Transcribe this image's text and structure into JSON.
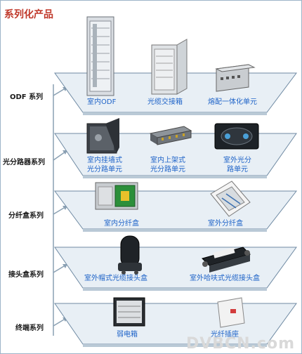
{
  "title": "系列化产品",
  "categories": [
    {
      "label": "ODF 系列"
    },
    {
      "label": "光分路器系列"
    },
    {
      "label": "分纤盒系列"
    },
    {
      "label": "接头盒系列"
    },
    {
      "label": "终端系列"
    }
  ],
  "products": {
    "odf": [
      "室内ODF",
      "光缆交接箱",
      "熔配一体化单元"
    ],
    "splitter": [
      {
        "line1": "室内挂墙式",
        "line2": "光分路单元"
      },
      {
        "line1": "室内上架式",
        "line2": "光分路单元"
      },
      {
        "line1": "室外光分",
        "line2": "路单元"
      }
    ],
    "distribution": [
      "室内分纤盒",
      "室外分纤盒"
    ],
    "closure": [
      "室外帽式光缆接头盒",
      "室外哈呋式光缆接头盒"
    ],
    "terminal": [
      "弱电箱",
      "光纤插座"
    ]
  },
  "watermark": "DVBCN.com",
  "colors": {
    "shelf_top": "#e8eff5",
    "shelf_edge": "#6f8aa3",
    "connector": "#8aa0b3",
    "label": "#1e63c8",
    "title": "#c0392b"
  }
}
